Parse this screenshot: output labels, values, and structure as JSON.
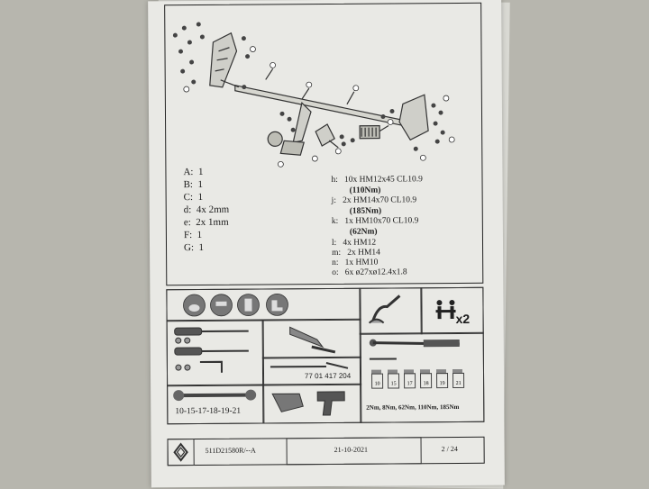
{
  "parts": [
    {
      "key": "A:",
      "val": "1"
    },
    {
      "key": "B:",
      "val": "1"
    },
    {
      "key": "C:",
      "val": "1"
    },
    {
      "key": "d:",
      "val": "4x 2mm"
    },
    {
      "key": "e:",
      "val": "2x 1mm"
    },
    {
      "key": "F:",
      "val": "1"
    },
    {
      "key": "G:",
      "val": "1"
    }
  ],
  "bolts": [
    {
      "key": "h:",
      "line1": "10x HM12x45 CL10.9",
      "line2": "(110Nm)"
    },
    {
      "key": "j:",
      "line1": "2x HM14x70 CL10.9",
      "line2": "(185Nm)"
    },
    {
      "key": "k:",
      "line1": "1x HM10x70 CL10.9",
      "line2": "(62Nm)"
    },
    {
      "key": "l:",
      "line1": "4x HM12",
      "line2": ""
    },
    {
      "key": "m:",
      "line1": "2x HM14",
      "line2": ""
    },
    {
      "key": "n:",
      "line1": "1x HM10",
      "line2": ""
    },
    {
      "key": "o:",
      "line1": "6x ø27xø12.4x1.8",
      "line2": ""
    }
  ],
  "tools": {
    "x2_label": "x2",
    "part_number": "77 01 417 204",
    "wrench_sizes": "10-15-17-18-19-21",
    "torque_values": "2Nm, 8Nm, 62Nm, 110Nm, 185Nm",
    "socket_sizes": [
      "10",
      "15",
      "17",
      "18",
      "19",
      "21"
    ]
  },
  "footer": {
    "doc_number": "511D21580R/--A",
    "date": "21-10-2021",
    "page": "2 / 24"
  }
}
